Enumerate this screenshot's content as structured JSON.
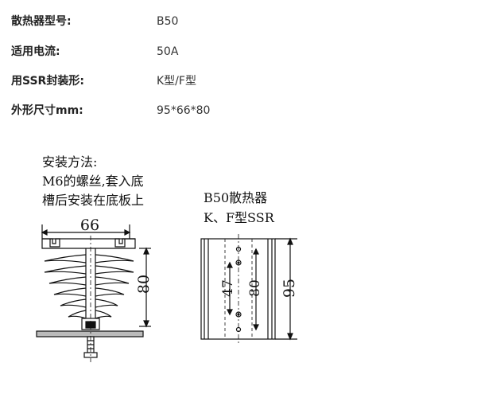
{
  "specs": [
    {
      "label": "散热器型号:",
      "value": "B50"
    },
    {
      "label": "适用电流:",
      "value": "50A"
    },
    {
      "label": "用SSR封装形:",
      "value": "K型/F型"
    },
    {
      "label": "外形尺寸mm:",
      "value": "95*66*80"
    }
  ],
  "install_note": {
    "line1": "安装方法:",
    "line2": "M6的螺丝,套入底",
    "line3": "槽后安装在底板上"
  },
  "front_view": {
    "width_dim": "66",
    "height_dim": "80"
  },
  "top_view": {
    "title_line1": "B50散热器",
    "title_line2": "K、F型SSR",
    "dim_hole_small": "47",
    "dim_hole_large": "80",
    "dim_length": "95"
  }
}
